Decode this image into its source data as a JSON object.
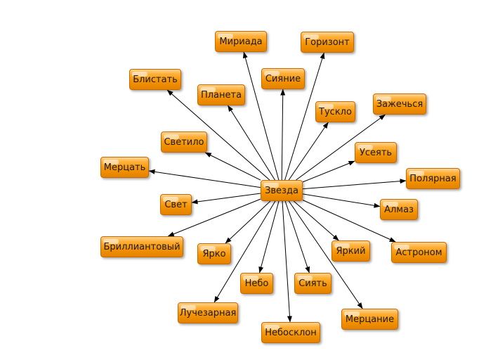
{
  "center": {
    "id": "zvezda",
    "label": "Звезда"
  },
  "nodes": [
    {
      "id": "mnogo",
      "label": "Мириада"
    },
    {
      "id": "gorizont",
      "label": "Горизонт"
    },
    {
      "id": "blistat",
      "label": "Блистать"
    },
    {
      "id": "siyanie",
      "label": "Сияние"
    },
    {
      "id": "planeta",
      "label": "Планета"
    },
    {
      "id": "zazhechsya",
      "label": "Зажечься"
    },
    {
      "id": "tusklo",
      "label": "Тускло"
    },
    {
      "id": "svetilo",
      "label": "Светило"
    },
    {
      "id": "useyat",
      "label": "Усеять"
    },
    {
      "id": "mertsat",
      "label": "Мерцать"
    },
    {
      "id": "polyarnaya",
      "label": "Полярная"
    },
    {
      "id": "svet",
      "label": "Свет"
    },
    {
      "id": "almaz",
      "label": "Алмаз"
    },
    {
      "id": "brilliantovy",
      "label": "Бриллиантовый"
    },
    {
      "id": "yarkiy",
      "label": "Яркий"
    },
    {
      "id": "astronom",
      "label": "Астроном"
    },
    {
      "id": "yarko",
      "label": "Ярко"
    },
    {
      "id": "nebo",
      "label": "Небо"
    },
    {
      "id": "siyat",
      "label": "Сиять"
    },
    {
      "id": "luchezarnaya",
      "label": "Лучезарная"
    },
    {
      "id": "mertsanie",
      "label": "Мерцание"
    },
    {
      "id": "nebosklon",
      "label": "Небосклон"
    }
  ],
  "edges": [
    {
      "from": "zvezda",
      "to": "mnogo"
    },
    {
      "from": "zvezda",
      "to": "gorizont"
    },
    {
      "from": "zvezda",
      "to": "blistat"
    },
    {
      "from": "zvezda",
      "to": "siyanie"
    },
    {
      "from": "zvezda",
      "to": "planeta"
    },
    {
      "from": "zvezda",
      "to": "zazhechsya"
    },
    {
      "from": "zvezda",
      "to": "tusklo"
    },
    {
      "from": "zvezda",
      "to": "svetilo"
    },
    {
      "from": "zvezda",
      "to": "useyat"
    },
    {
      "from": "zvezda",
      "to": "mertsat"
    },
    {
      "from": "zvezda",
      "to": "polyarnaya"
    },
    {
      "from": "zvezda",
      "to": "svet"
    },
    {
      "from": "zvezda",
      "to": "almaz"
    },
    {
      "from": "zvezda",
      "to": "brilliantovy"
    },
    {
      "from": "zvezda",
      "to": "yarkiy"
    },
    {
      "from": "zvezda",
      "to": "astronom"
    },
    {
      "from": "zvezda",
      "to": "yarko"
    },
    {
      "from": "zvezda",
      "to": "nebo"
    },
    {
      "from": "zvezda",
      "to": "siyat"
    },
    {
      "from": "zvezda",
      "to": "luchezarnaya"
    },
    {
      "from": "zvezda",
      "to": "mertsanie"
    },
    {
      "from": "zvezda",
      "to": "nebosklon"
    }
  ],
  "colors": {
    "node_fill": "#f59300",
    "node_border": "#c96800",
    "edge": "#000000"
  }
}
